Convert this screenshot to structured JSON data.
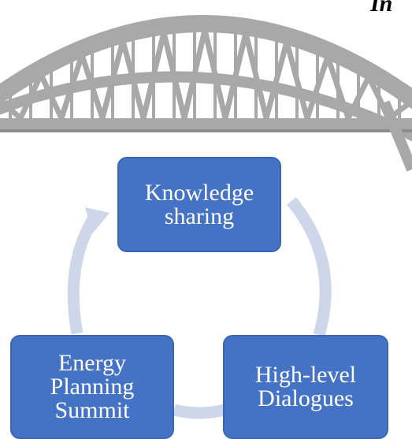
{
  "heading_fragment": "In",
  "colors": {
    "node_fill": "#4472C4",
    "node_border": "#3A66B8",
    "node_text": "#FFFFFF",
    "cycle_arc": "#CED7EA",
    "bridge": "#A8A8A8",
    "bridge_dark": "#8C8C8C"
  },
  "nodes": [
    {
      "id": "knowledge-sharing",
      "label": "Knowledge\nsharing"
    },
    {
      "id": "high-level-dialogues",
      "label": "High-level\nDialogues"
    },
    {
      "id": "energy-planning-summit",
      "label": "Energy\nPlanning\nSummit"
    }
  ]
}
